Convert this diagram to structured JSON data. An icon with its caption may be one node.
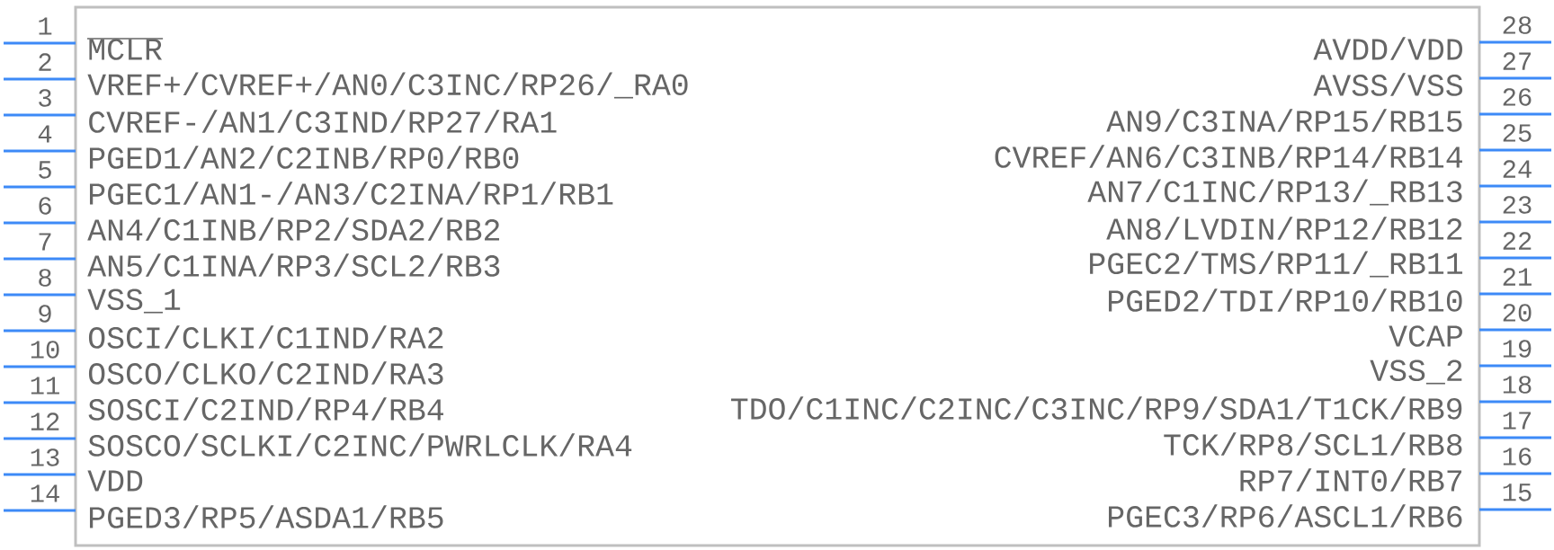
{
  "diagram": {
    "labels": [
      "1",
      "MCLR",
      "2",
      "VREF+/CVREF+/AN0/C3INC/RP26/_RA0",
      "3",
      "CVREF-/AN1/C3IND/RP27/RA1",
      "4",
      "PGED1/AN2/C2INB/RP0/RB0",
      "5",
      "PGEC1/AN1-/AN3/C2INA/RP1/RB1",
      "6",
      "AN4/C1INB/RP2/SDA2/RB2",
      "7",
      "AN5/C1INA/RP3/SCL2/RB3",
      "8",
      "VSS_1",
      "9",
      "OSCI/CLKI/C1IND/RA2",
      "10",
      "OSCO/CLKO/C2IND/RA3",
      "11",
      "SOSCI/C2IND/RP4/RB4",
      "12",
      "SOSCO/SCLKI/C2INC/PWRLCLK/RA4",
      "13",
      "VDD",
      "14",
      "PGED3/RP5/ASDA1/RB5",
      "15",
      "PGEC3/RP6/ASCL1/RB6",
      "16",
      "RP7/INT0/RB7",
      "17",
      "TCK/RP8/SCL1/RB8",
      "18",
      "TDO/C1INC/C2INC/C3INC/RP9/SDA1/T1CK/RB9",
      "19",
      "VSS_2",
      "20",
      "VCAP",
      "21",
      "PGED2/TDI/RP10/RB10",
      "22",
      "PGEC2/TMS/RP11/_RB11",
      "23",
      "AN8/LVDIN/RP12/RB12",
      "24",
      "AN7/C1INC/RP13/_RB13",
      "25",
      "CVREF/AN6/C3INB/RP14/RB14",
      "26",
      "AN9/C3INA/RP15/RB15",
      "27",
      "AVSS/VSS",
      "28",
      "AVDD/VDD"
    ]
  }
}
